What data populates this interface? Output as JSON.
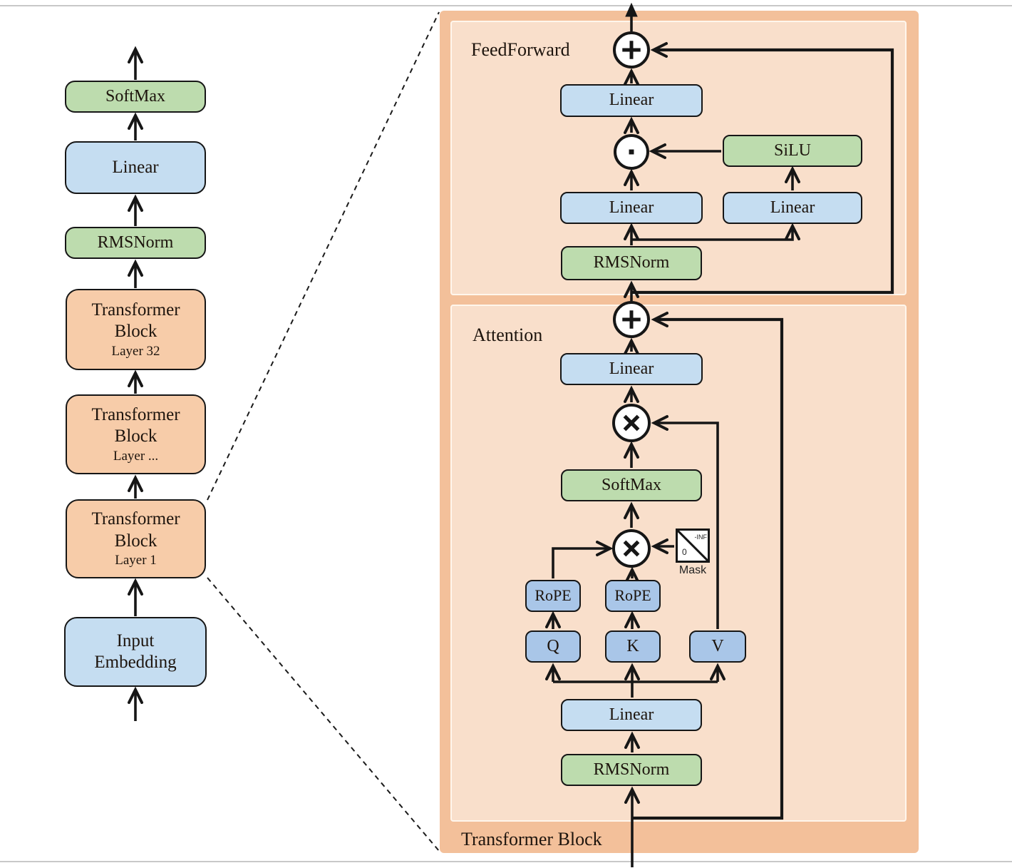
{
  "colors": {
    "frame": "#c8c8c8",
    "wire": "#161616",
    "text": "#1d140d",
    "outer_panel": "#f3c09a",
    "inner_panel": "#f9dfcb",
    "panel_divider": "#fff6ec",
    "orange_block": "#f7cca9",
    "green_block": "#bddcae",
    "blue_block": "#c5ddf1",
    "qkv_block": "#a9c6e8",
    "node_fill": "#ffffff"
  },
  "left_column": {
    "softmax": "SoftMax",
    "linear": "Linear",
    "rmsnorm": "RMSNorm",
    "transformer_top": {
      "line1": "Transformer",
      "line2": "Block",
      "sublabel": "Layer 32"
    },
    "transformer_mid": {
      "line1": "Transformer",
      "line2": "Block",
      "sublabel": "Layer ..."
    },
    "transformer_bottom": {
      "line1": "Transformer",
      "line2": "Block",
      "sublabel": "Layer 1"
    },
    "input_embedding": {
      "line1": "Input",
      "line2": "Embedding"
    }
  },
  "right_panel": {
    "title": "Transformer Block",
    "feedforward": {
      "title": "FeedForward",
      "linear_out": "Linear",
      "silu": "SiLU",
      "linear_left": "Linear",
      "linear_right": "Linear",
      "rmsnorm": "RMSNorm"
    },
    "attention": {
      "title": "Attention",
      "linear_out": "Linear",
      "softmax": "SoftMax",
      "mask_label": "Mask",
      "mask_upper": "-INF",
      "mask_lower": "0",
      "rope_q": "RoPE",
      "rope_k": "RoPE",
      "q": "Q",
      "k": "K",
      "v": "V",
      "linear_in": "Linear",
      "rmsnorm": "RMSNorm"
    }
  },
  "icons": {
    "add": "plus-in-circle",
    "matmul": "cross-in-circle",
    "elementwise_product": "dot-in-circle",
    "mask": "causal-mask-square"
  }
}
